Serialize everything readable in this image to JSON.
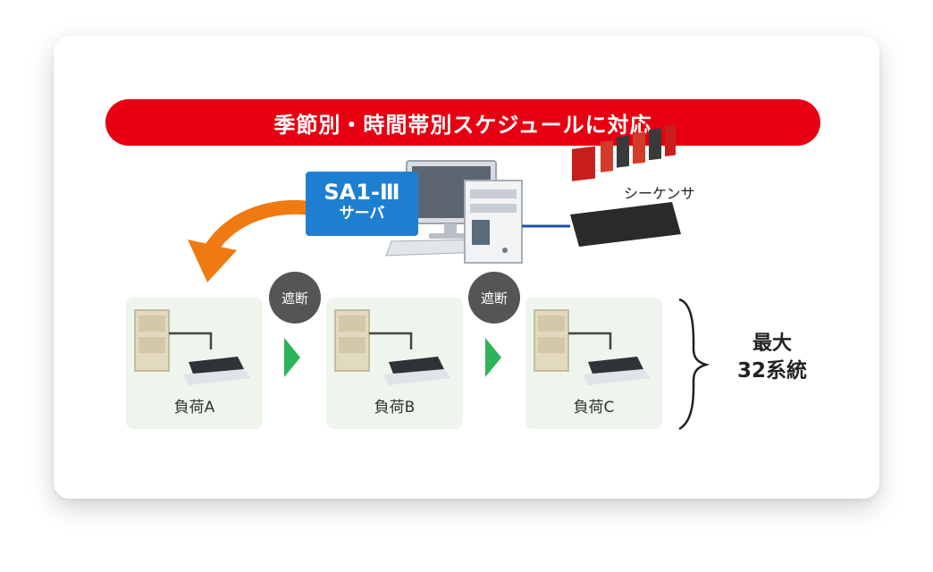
{
  "banner": {
    "text": "季節別・時間帯別スケジュールに対応"
  },
  "server": {
    "name": "SA1-Ⅲ",
    "role": "サーバ"
  },
  "sequencer": {
    "label": "シーケンサ"
  },
  "cutoff_label": "遮断",
  "loads": [
    {
      "label": "負荷A"
    },
    {
      "label": "負荷B"
    },
    {
      "label": "負荷C"
    }
  ],
  "max": {
    "line1": "最大",
    "line2": "32系統"
  },
  "colors": {
    "banner": "#e60012",
    "server_label": "#1e7fd1",
    "flow_arrow": "#f07a12",
    "step_arrow": "#2db35a",
    "load_bg": "#eef5ec",
    "cutoff_badge": "#555555"
  },
  "icons": {
    "server_pc": "computer-with-tower-icon",
    "sequencer": "plc-sequencer-icon",
    "aircon": "air-conditioner-icon",
    "flow": "curved-arrow-icon",
    "step": "triangle-right-icon",
    "bracket": "right-brace-icon"
  }
}
